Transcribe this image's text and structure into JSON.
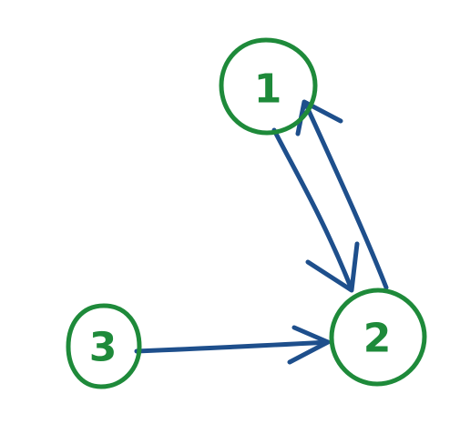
{
  "colors": {
    "node": "#1e8a3a",
    "edge": "#1e4f8c",
    "background": "#ffffff"
  },
  "nodes": [
    {
      "id": "1",
      "label": "1"
    },
    {
      "id": "2",
      "label": "2"
    },
    {
      "id": "3",
      "label": "3"
    }
  ],
  "edges": [
    {
      "from": "1",
      "to": "2"
    },
    {
      "from": "2",
      "to": "1"
    },
    {
      "from": "3",
      "to": "2"
    }
  ]
}
